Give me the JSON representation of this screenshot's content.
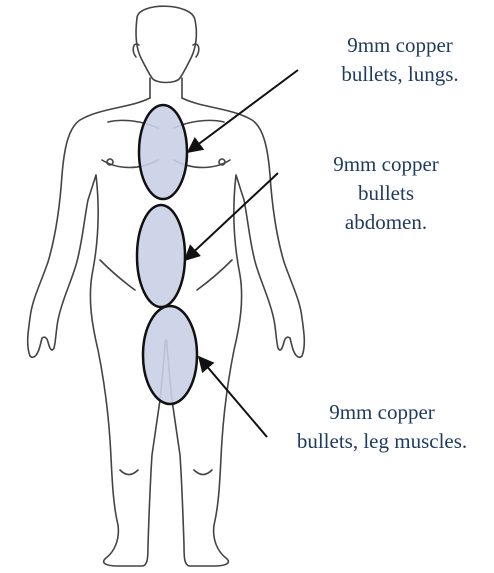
{
  "annotations": [
    {
      "id": "lungs",
      "lines": [
        "9mm copper",
        "bullets, lungs."
      ]
    },
    {
      "id": "abdomen",
      "lines": [
        "9mm copper",
        "bullets",
        "abdomen."
      ]
    },
    {
      "id": "legs",
      "lines": [
        "9mm copper",
        "bullets, leg muscles."
      ]
    }
  ],
  "colors": {
    "label_text": "#1f3a5f",
    "region_fill": "#c9d0e6",
    "region_stroke": "#111111",
    "body_outline": "#444444",
    "arrow": "#111111"
  }
}
